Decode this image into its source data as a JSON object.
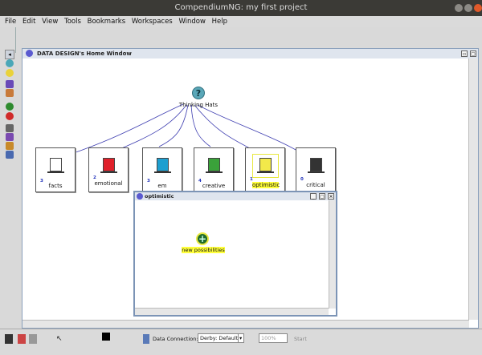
{
  "window": {
    "title": "CompendiumNG: my first project"
  },
  "menu": [
    "File",
    "Edit",
    "View",
    "Tools",
    "Bookmarks",
    "Workspaces",
    "Window",
    "Help"
  ],
  "home_window": {
    "title": "DATA DESIGN's Home Window"
  },
  "top_node": {
    "label": "Thinking Hats",
    "icon": "question-icon"
  },
  "hats": [
    {
      "label": "facts",
      "count": "3",
      "color": "#ffffff"
    },
    {
      "label": "emotional",
      "count": "2",
      "color": "#e0202a"
    },
    {
      "label": "em",
      "count": "3",
      "color": "#1e9fd0"
    },
    {
      "label": "creative",
      "count": "4",
      "color": "#3aa23a"
    },
    {
      "label": "optimistic",
      "count": "1",
      "color": "#f2e94a"
    },
    {
      "label": "critical",
      "count": "0",
      "color": "#333333"
    }
  ],
  "inner_window": {
    "title": "optimistic",
    "node_label": "new possibilities",
    "node_icon": "plus-icon"
  },
  "status": {
    "data_connection_label": "Data Connection:",
    "data_connection_value": "Derby: Default",
    "zoom": "100%",
    "start_label": "Start"
  },
  "colors": {
    "link": "#3d3db0",
    "highlight": "#ffff3a"
  }
}
